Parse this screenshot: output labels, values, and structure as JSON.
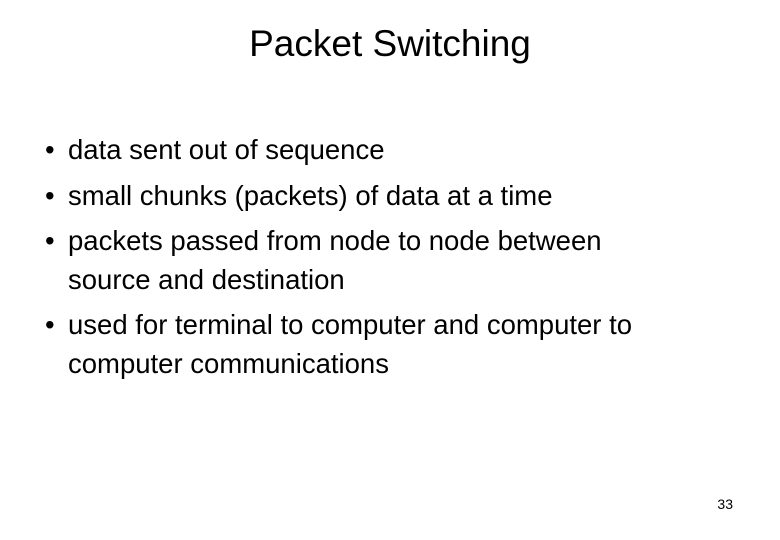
{
  "slide": {
    "title": "Packet Switching",
    "page_number": "33",
    "bullet_marker": "•",
    "background_color": "#ffffff",
    "text_color": "#000000",
    "bullets": [
      {
        "line1": "data sent out of sequence",
        "line2": ""
      },
      {
        "line1": "small chunks (packets) of data at a time",
        "line2": ""
      },
      {
        "line1": "packets passed from node to node between",
        "line2": "source and destination"
      },
      {
        "line1": "used for terminal to computer and computer to",
        "line2": "computer communications"
      }
    ]
  }
}
